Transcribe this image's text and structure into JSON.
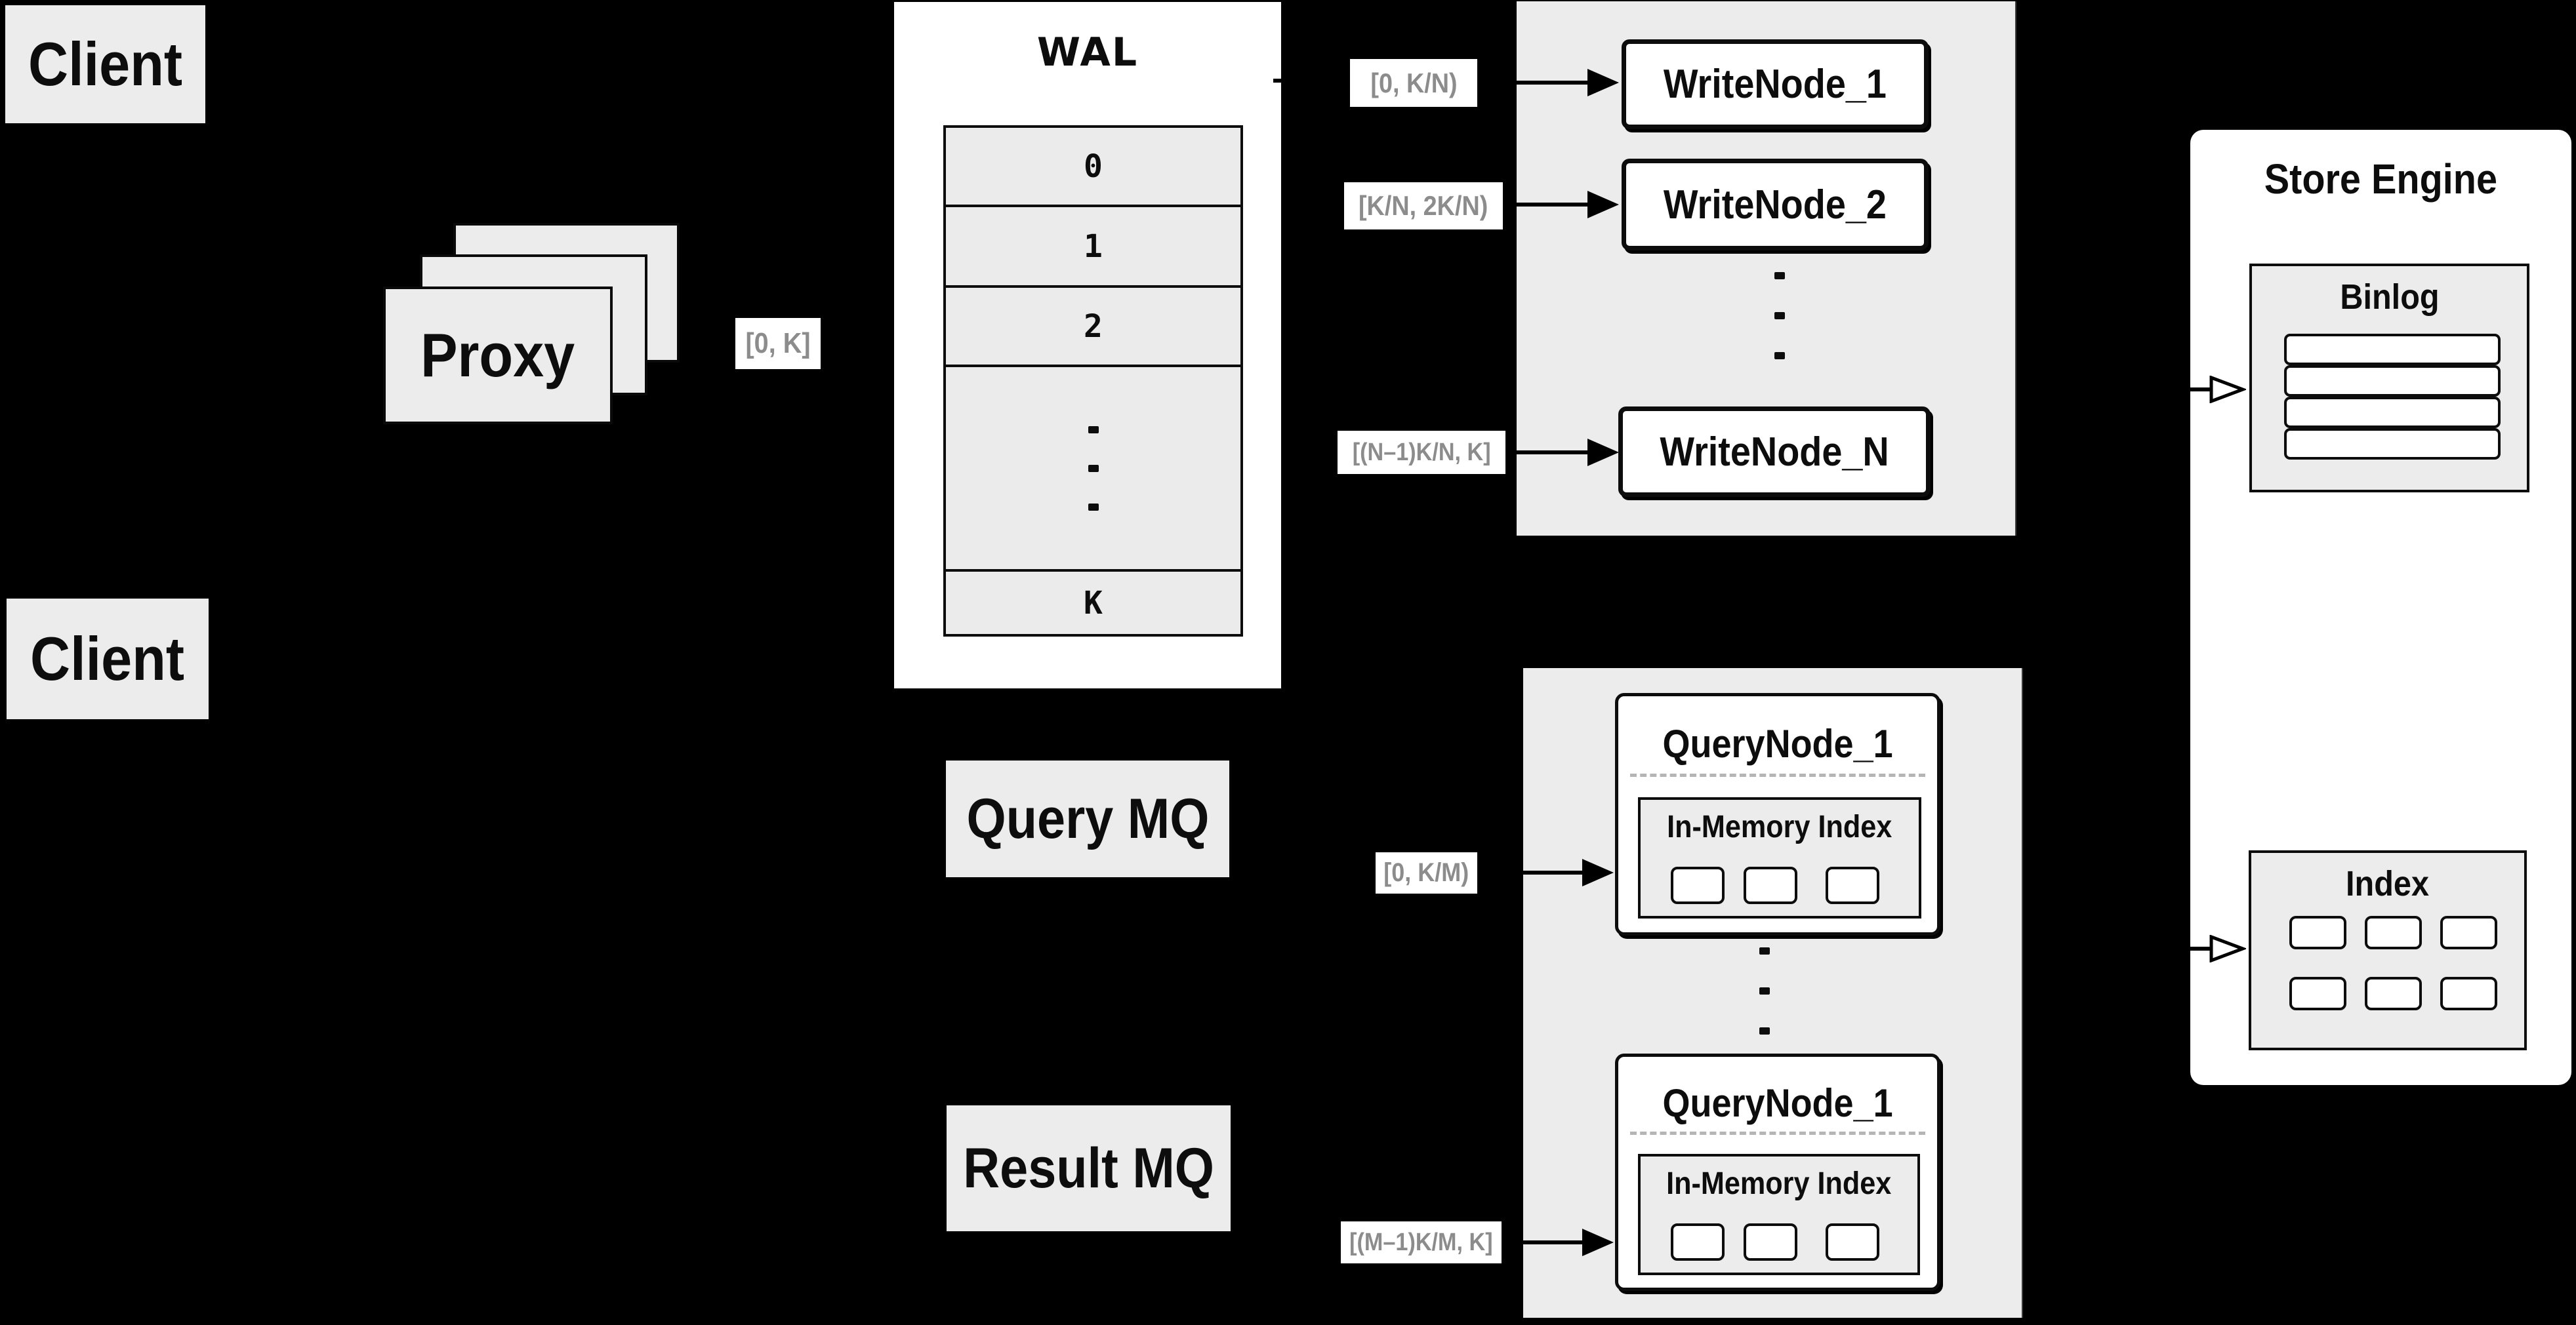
{
  "colors": {
    "background": "#000000",
    "panel_gray": "#ececec",
    "box_white": "#ffffff",
    "line_black": "#0d0d0d",
    "range_text_gray": "#8c8c8c",
    "dashed_divider_gray": "#b5b5b5"
  },
  "clients": {
    "top_label": "Client",
    "bottom_label": "Client"
  },
  "proxy": {
    "label": "Proxy",
    "range": "[0, K]"
  },
  "wal": {
    "title": "WAL",
    "rows": [
      "0",
      "1",
      "2",
      "K"
    ]
  },
  "write_cluster": {
    "ranges": [
      "[0,  K/N)",
      "[K/N, 2K/N)",
      "[(N–1)K/N,  K]"
    ],
    "nodes": [
      "WriteNode_1",
      "WriteNode_2",
      "WriteNode_N"
    ]
  },
  "mq": {
    "query": "Query MQ",
    "result": "Result MQ"
  },
  "query_cluster": {
    "ranges": [
      "[0, K/M)",
      "[(M–1)K/M, K]"
    ],
    "nodes": [
      {
        "title": "QueryNode_1",
        "panel": "In-Memory Index"
      },
      {
        "title": "QueryNode_1",
        "panel": "In-Memory Index"
      }
    ]
  },
  "store_engine": {
    "title": "Store Engine",
    "binlog_title": "Binlog",
    "index_title": "Index"
  }
}
